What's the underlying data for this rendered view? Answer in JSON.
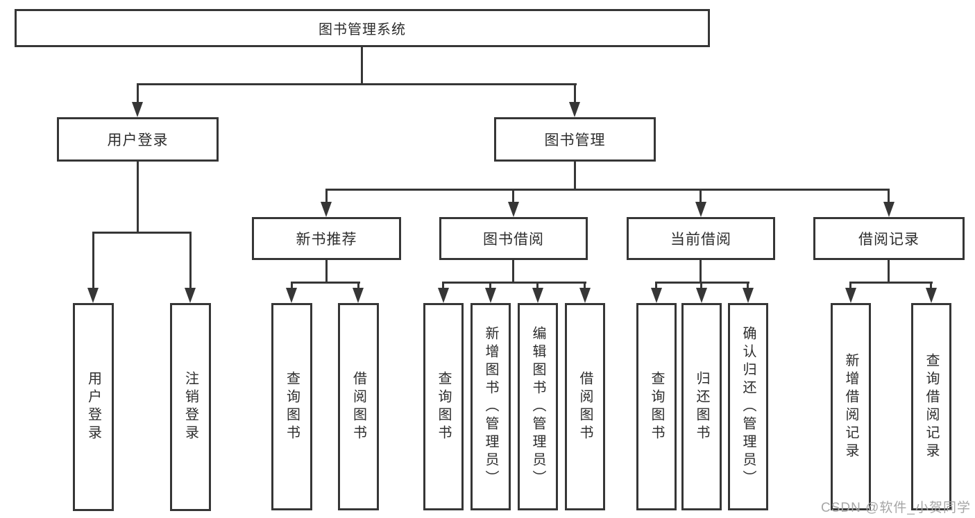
{
  "root": {
    "label": "图书管理系统"
  },
  "level2": [
    {
      "label": "用户登录"
    },
    {
      "label": "图书管理"
    }
  ],
  "level3": [
    {
      "label": "新书推荐",
      "parent": "图书管理"
    },
    {
      "label": "图书借阅",
      "parent": "图书管理"
    },
    {
      "label": "当前借阅",
      "parent": "图书管理"
    },
    {
      "label": "借阅记录",
      "parent": "图书管理"
    }
  ],
  "leaves": [
    {
      "label": "用户登录",
      "parent": "用户登录"
    },
    {
      "label": "注销登录",
      "parent": "用户登录"
    },
    {
      "label": "查询图书",
      "parent": "新书推荐"
    },
    {
      "label": "借阅图书",
      "parent": "新书推荐"
    },
    {
      "label": "查询图书",
      "parent": "图书借阅"
    },
    {
      "label": "新增图书（管理员）",
      "parent": "图书借阅"
    },
    {
      "label": "编辑图书（管理员）",
      "parent": "图书借阅"
    },
    {
      "label": "借阅图书",
      "parent": "图书借阅"
    },
    {
      "label": "查询图书",
      "parent": "当前借阅"
    },
    {
      "label": "归还图书",
      "parent": "当前借阅"
    },
    {
      "label": "确认归还（管理员）",
      "parent": "当前借阅"
    },
    {
      "label": "新增借阅记录",
      "parent": "借阅记录"
    },
    {
      "label": "查询借阅记录",
      "parent": "借阅记录"
    }
  ],
  "watermark": {
    "text": "CSDN @软件_小贺同学"
  },
  "colors": {
    "line": "#363636",
    "text": "#2d2d2d",
    "background": "#ffffff",
    "watermark": "#a6a6a6"
  }
}
